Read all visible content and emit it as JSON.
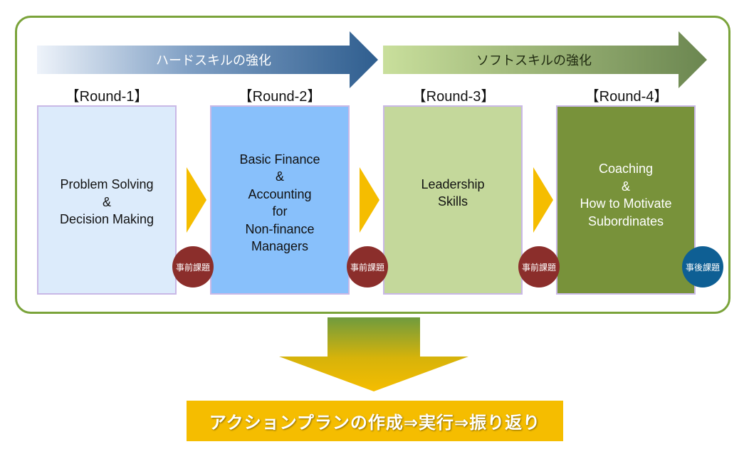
{
  "banners": {
    "hard": "ハードスキルの強化",
    "soft": "ソフトスキルの強化"
  },
  "rounds": [
    {
      "title": "【Round-1】",
      "content": "Problem Solving\n&\nDecision Making",
      "badge": "事前課題"
    },
    {
      "title": "【Round-2】",
      "content": "Basic Finance\n&\nAccounting\nfor\nNon-finance\nManagers",
      "badge": "事前課題"
    },
    {
      "title": "【Round-3】",
      "content": "Leadership\nSkills",
      "badge": "事前課題"
    },
    {
      "title": "【Round-4】",
      "content": "Coaching\n&\nHow to Motivate\nSubordinates",
      "badge": "事後課題"
    }
  ],
  "result": "アクションプランの作成⇒実行⇒振り返り",
  "colors": {
    "frame": "#7aa33a",
    "hard_arrow": "#2f5e8f",
    "soft_arrow": "#6d8a4a",
    "chevron": "#f5bd00",
    "badge_pre": "#8b2e2b",
    "badge_post": "#0e5f94",
    "action_bg": "#f5bd00"
  }
}
